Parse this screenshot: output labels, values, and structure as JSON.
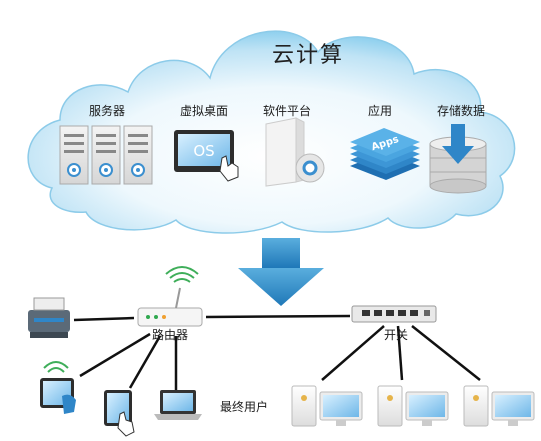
{
  "cloud": {
    "title": "云计算",
    "services": [
      {
        "label": "服务器",
        "icon": "server-rack-icon"
      },
      {
        "label": "虚拟桌面",
        "icon": "os-monitor-touch-icon",
        "badge": "OS"
      },
      {
        "label": "软件平台",
        "icon": "software-box-disc-icon"
      },
      {
        "label": "应用",
        "icon": "apps-stack-icon",
        "badge": "Apps"
      },
      {
        "label": "存储数据",
        "icon": "database-download-icon"
      }
    ]
  },
  "network": {
    "router_label": "路由器",
    "switch_label": "开关",
    "end_users_label": "最终用户"
  },
  "colors": {
    "cloud_blue": "#8fd0ee",
    "arrow_blue": "#1f86c3",
    "line": "#111111"
  }
}
